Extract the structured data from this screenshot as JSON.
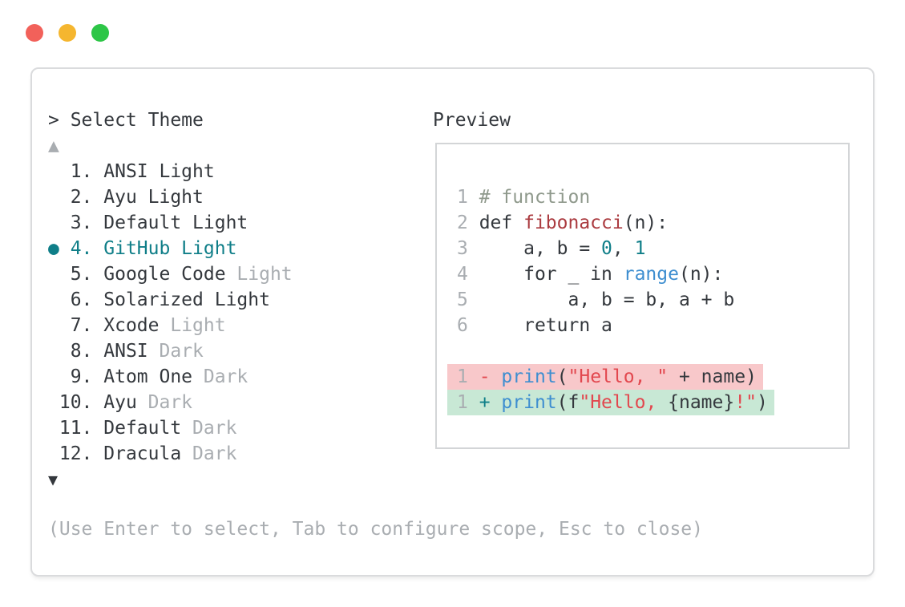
{
  "colors": {
    "tl_red": "#f2615a",
    "tl_yellow": "#f5b62f",
    "tl_green": "#2dc647",
    "window_border": "#dadbdd",
    "panel_border": "#d3d5d7",
    "dark": "#34383d",
    "gray": "#a9adb1",
    "teal": "#0f7e88",
    "blue": "#3e8ed0",
    "comment": "#8f998c",
    "func_red": "#ab3b40",
    "string_red": "#e2474e",
    "removed_bg": "#f8c8ca",
    "added_bg": "#c8e8d5"
  },
  "window_controls": {
    "close": "close",
    "minimize": "minimize",
    "maximize": "maximize"
  },
  "theme_picker": {
    "prompt": "> Select Theme",
    "scroll_up_icon": "▲",
    "scroll_down_icon": "▼",
    "selected_bullet": "●",
    "items": [
      {
        "number": "1.",
        "name": "ANSI Light",
        "muted": "",
        "selected": false
      },
      {
        "number": "2.",
        "name": "Ayu Light",
        "muted": "",
        "selected": false
      },
      {
        "number": "3.",
        "name": "Default Light",
        "muted": "",
        "selected": false
      },
      {
        "number": "4.",
        "name": "GitHub Light",
        "muted": "",
        "selected": true
      },
      {
        "number": "5.",
        "name": "Google Code",
        "muted": "Light",
        "selected": false
      },
      {
        "number": "6.",
        "name": "Solarized Light",
        "muted": "",
        "selected": false
      },
      {
        "number": "7.",
        "name": "Xcode",
        "muted": "Light",
        "selected": false
      },
      {
        "number": "8.",
        "name": "ANSI",
        "muted": "Dark",
        "selected": false
      },
      {
        "number": "9.",
        "name": "Atom One",
        "muted": "Dark",
        "selected": false
      },
      {
        "number": "10.",
        "name": "Ayu",
        "muted": "Dark",
        "selected": false
      },
      {
        "number": "11.",
        "name": "Default",
        "muted": "Dark",
        "selected": false
      },
      {
        "number": "12.",
        "name": "Dracula",
        "muted": "Dark",
        "selected": false
      }
    ],
    "footer_hint": "(Use Enter to select, Tab to configure scope, Esc to close)"
  },
  "preview": {
    "title": "Preview",
    "code_lines": [
      {
        "num": "1",
        "tokens": [
          {
            "t": "# function",
            "c": "comment"
          }
        ]
      },
      {
        "num": "2",
        "tokens": [
          {
            "t": "def ",
            "c": "code"
          },
          {
            "t": "fibonacci",
            "c": "func"
          },
          {
            "t": "(n):",
            "c": "code"
          }
        ]
      },
      {
        "num": "3",
        "tokens": [
          {
            "t": "    a, b = ",
            "c": "code"
          },
          {
            "t": "0",
            "c": "number"
          },
          {
            "t": ", ",
            "c": "code"
          },
          {
            "t": "1",
            "c": "number"
          }
        ]
      },
      {
        "num": "4",
        "tokens": [
          {
            "t": "    for _ in ",
            "c": "code"
          },
          {
            "t": "range",
            "c": "builtin"
          },
          {
            "t": "(n):",
            "c": "code"
          }
        ]
      },
      {
        "num": "5",
        "tokens": [
          {
            "t": "        a, b = b, a + b",
            "c": "code"
          }
        ]
      },
      {
        "num": "6",
        "tokens": [
          {
            "t": "    return a",
            "c": "code"
          }
        ]
      }
    ],
    "diff_lines": [
      {
        "num": "1",
        "sign": "-",
        "kind": "removed",
        "tokens": [
          {
            "t": "print",
            "c": "builtin"
          },
          {
            "t": "(",
            "c": "code"
          },
          {
            "t": "\"Hello, \"",
            "c": "string"
          },
          {
            "t": " + name",
            "c": "code"
          },
          {
            "t": ")",
            "c": "code"
          }
        ]
      },
      {
        "num": "1",
        "sign": "+",
        "kind": "added",
        "tokens": [
          {
            "t": "print",
            "c": "builtin"
          },
          {
            "t": "(f",
            "c": "code"
          },
          {
            "t": "\"Hello, ",
            "c": "string"
          },
          {
            "t": "{name}",
            "c": "code"
          },
          {
            "t": "!\"",
            "c": "string"
          },
          {
            "t": ")",
            "c": "code"
          }
        ]
      }
    ]
  }
}
